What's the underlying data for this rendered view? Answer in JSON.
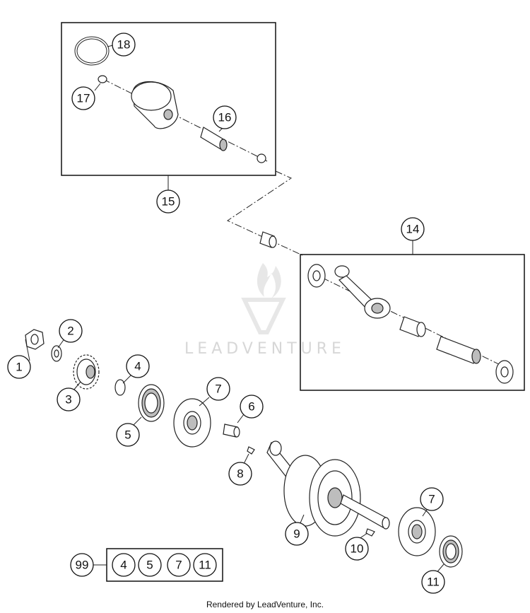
{
  "callouts": {
    "c1": "1",
    "c2": "2",
    "c3": "3",
    "c4a": "4",
    "c5a": "5",
    "c6": "6",
    "c7a": "7",
    "c7b": "7",
    "c8": "8",
    "c9": "9",
    "c10": "10",
    "c11a": "11",
    "c11b": "11",
    "c14": "14",
    "c15": "15",
    "c16": "16",
    "c17": "17",
    "c18": "18"
  },
  "kit": {
    "label": "99",
    "items": [
      "4",
      "5",
      "7",
      "11"
    ]
  },
  "watermark": "LEADVENTURE",
  "footer": "Rendered by LeadVenture, Inc."
}
